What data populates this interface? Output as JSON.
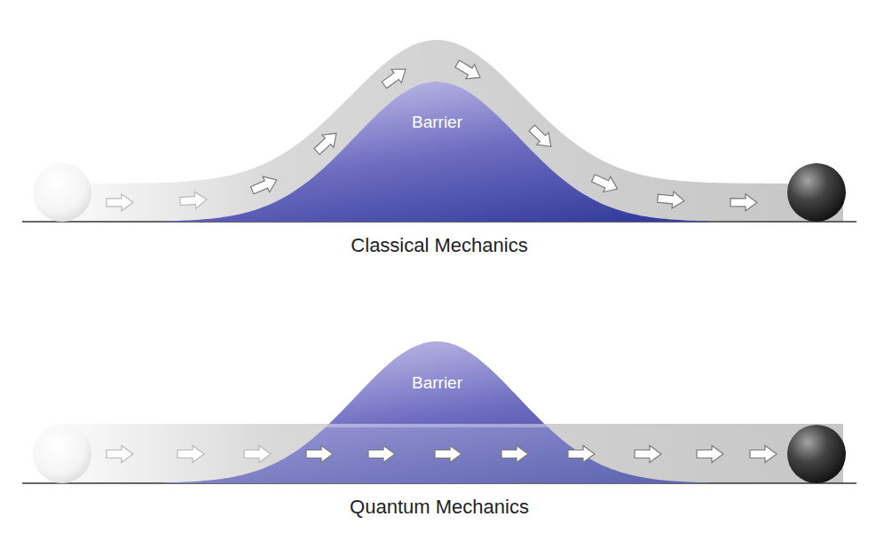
{
  "diagram": {
    "nodes": [
      {
        "text": [
          "Barrier"
        ]
      },
      {
        "text": [
          "Barrier"
        ]
      }
    ],
    "labels": [
      "Classical Mechanics",
      "Quantum Mechanics"
    ]
  }
}
